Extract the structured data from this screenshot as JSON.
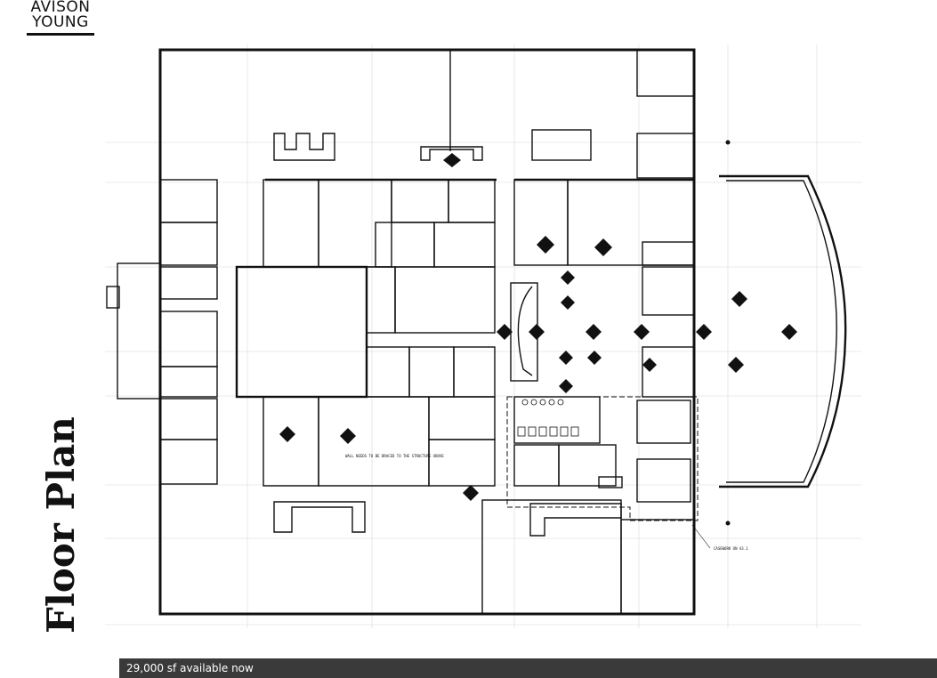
{
  "logo": {
    "line1": "AVISON",
    "line2": "YOUNG"
  },
  "page": {
    "side_title": "Floor Plan"
  },
  "plan": {
    "note_wall": "WALL NEEDS TO BE BRACED TO THE STRUCTURE ABOVE",
    "note_casework": "CASEWORK ON A3.1"
  },
  "footer": {
    "text": "29,000 sf available now"
  }
}
